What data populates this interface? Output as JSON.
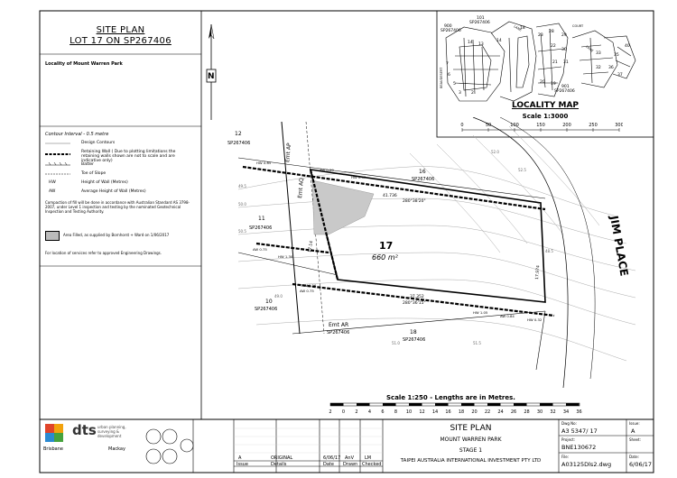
{
  "title_block_left": {
    "line1": "SITE PLAN",
    "line2": "LOT 17 ON SP267406",
    "locality": "Locality of Mount Warren Park"
  },
  "legend": {
    "contour_interval": "Contour Interval - 0.5 metre",
    "items": [
      {
        "symbol": "thin-line",
        "label": "Design Contours"
      },
      {
        "symbol": "dashed-wall",
        "label": "Retaining Wall ( Due to plotting limitations the retaining walls shown are not to scale and are indicative only)"
      },
      {
        "symbol": "batter",
        "label": "Batter"
      },
      {
        "symbol": "toe-line",
        "label": "Toe of Slope"
      },
      {
        "symbol": "HW",
        "label": "Height of Wall (Metres)"
      },
      {
        "symbol": "AW",
        "label": "Average Height of Wall (Metres)"
      }
    ],
    "compaction_note": "Compaction of fill will be done in accordance with Australian Standard AS 3798-2007, under Level 1 inspection and testing by the nominated Geotechnical Inspection and Testing Authority.",
    "area_filled": "Area Filled, as supplied by Bornhorst + Ward on 1/06/2017",
    "services_note": "For location of services refer to approved Engineering Drawings."
  },
  "north_label": "N",
  "locality_map": {
    "title": "LOCALITY MAP",
    "scale": "Scale 1:3000",
    "scale_ticks": [
      "0",
      "50",
      "100",
      "150",
      "200",
      "250",
      "300"
    ],
    "labels": [
      "101",
      "SP267406",
      "900",
      "SP267406",
      "901",
      "SP267406",
      "BEAUDESERT",
      "WARREN",
      "BAR",
      "LANE",
      "COURT",
      "SUN"
    ]
  },
  "plan": {
    "lot_number": "17",
    "lot_area": "660 m²",
    "street": "JIM PLACE",
    "neighbours": [
      {
        "lot": "12",
        "plan": "SP267406"
      },
      {
        "lot": "16",
        "plan": "SP267406"
      },
      {
        "lot": "11",
        "plan": "SP267406"
      },
      {
        "lot": "10",
        "plan": "SP267406"
      },
      {
        "lot": "18",
        "plan": "SP267406"
      }
    ],
    "easements": [
      {
        "label": "Emt AP",
        "plan": "SP267406"
      },
      {
        "label": "Emt AQ",
        "plan": "SP267406"
      },
      {
        "label": "Emt AR",
        "plan": "SP267406"
      }
    ],
    "bearings": [
      "41.736",
      "280°38'20\"",
      "37.352",
      "280°36'15\"",
      "17.974",
      "17.14"
    ],
    "wall_notes": [
      "HW 0.85",
      "AW 0.29",
      "HW 0.57",
      "AW 0.75",
      "HW 1.30",
      "HW 0.26",
      "AW 0.75",
      "HW 1.05",
      "AW 0.84",
      "HW 0.32"
    ],
    "contours": [
      "49.5",
      "50.0",
      "50.5",
      "51.0",
      "51.5",
      "52.0",
      "52.5",
      "49.0",
      "48.5"
    ]
  },
  "scale_bar": {
    "caption": "Scale 1:250 - Lengths are in Metres.",
    "ticks": [
      "2",
      "0",
      "2",
      "4",
      "6",
      "8",
      "10",
      "12",
      "14",
      "16",
      "18",
      "20",
      "22",
      "24",
      "26",
      "28",
      "30",
      "32",
      "34",
      "36"
    ]
  },
  "title_block": {
    "company": "dts",
    "company_tag": "urban planning, surveying & development",
    "offices": [
      "Brisbane",
      "Mackay"
    ],
    "drawing_title": "SITE PLAN",
    "project_name": "MOUNT WARREN PARK",
    "stage": "STAGE 1",
    "client": "TAIPEI AUSTRALIA INTERNATIONAL INVESTMENT PTY LTD",
    "dwg_no_label": "Dwg No:",
    "dwg_no": "A3 5347/ 17",
    "issue_label": "Issue:",
    "issue": "A",
    "project_label": "Project:",
    "project": "BNE130672",
    "sheet_label": "Sheet:",
    "sheet": "",
    "file_label": "File:",
    "file": "A03125Dls2.dwg",
    "date_label": "Date:",
    "date": "6/06/17",
    "rev_row": {
      "issue": "A",
      "details": "ORIGINAL",
      "date": "6/06/17",
      "drawn": "AnV",
      "checked": "LM"
    },
    "rev_headers": [
      "Issue",
      "Details",
      "Date",
      "Drawn",
      "Checked"
    ]
  }
}
